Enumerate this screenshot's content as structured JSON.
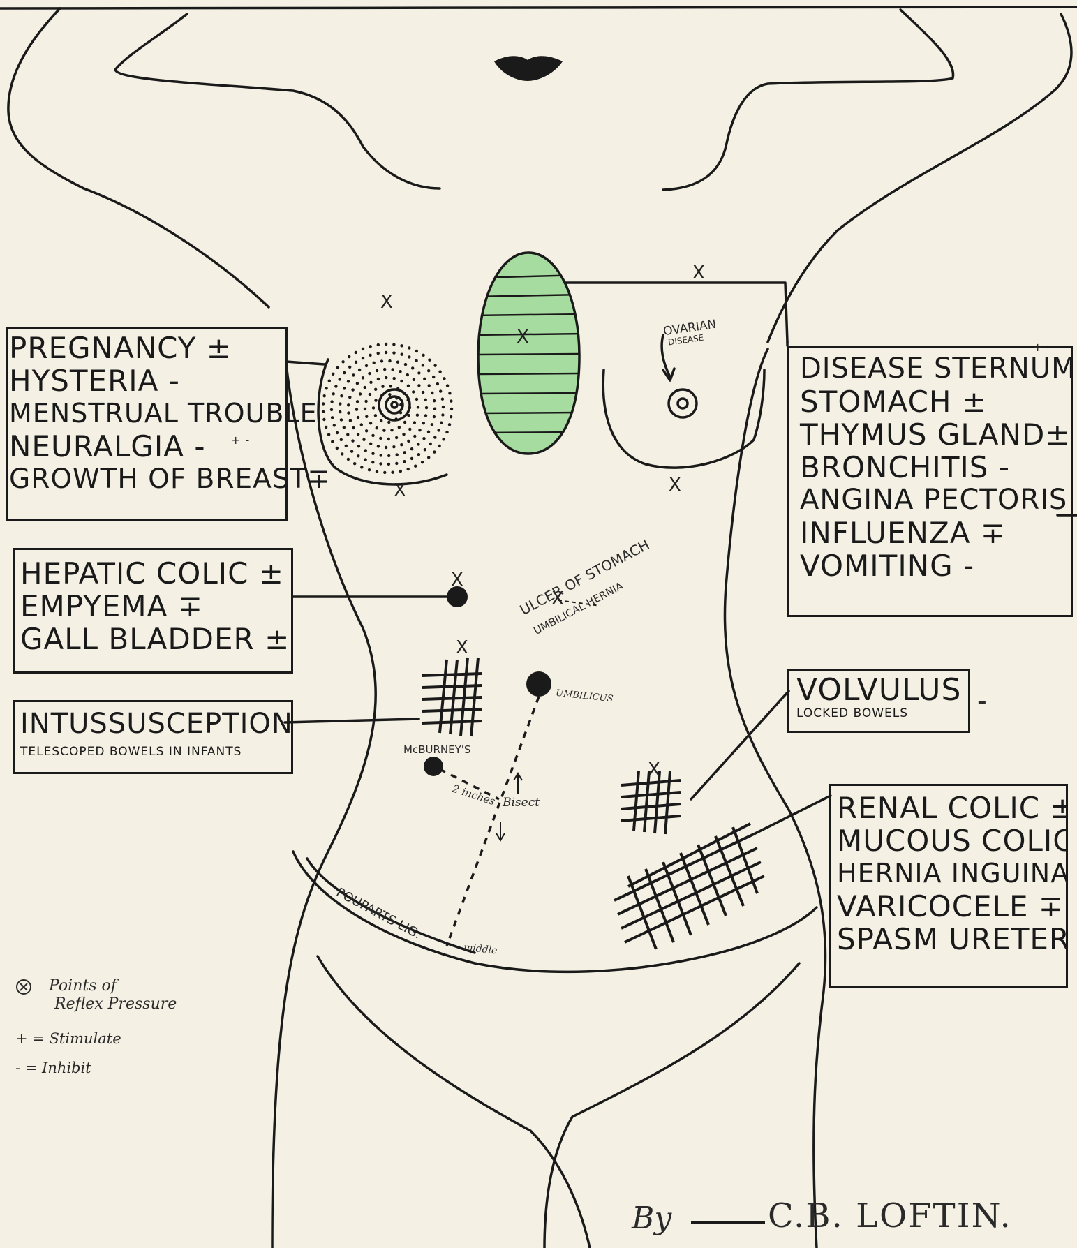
{
  "colors": {
    "paper": "#f4f0e4",
    "ink": "#1a1a1a",
    "green_fill": "#a6dca0"
  },
  "boxes": {
    "chest_left": [
      "PREGNANCY ±",
      "HYSTERIA -",
      "MENSTRUAL TROUBLE",
      "NEURALGIA -",
      "GROWTH OF BREAST∓"
    ],
    "chest_left_note": "+ -",
    "liver": [
      "HEPATIC COLIC ±",
      "EMPYEMA ∓",
      "GALL BLADDER ±"
    ],
    "intus_title": "INTUSSUSCEPTION",
    "intus_sub": "TELESCOPED BOWELS IN INFANTS",
    "sternum": [
      "DISEASE STERNUM",
      "STOMACH ±",
      "THYMUS GLAND±",
      "BRONCHITIS -",
      "ANGINA PECTORIS",
      "INFLUENZA ∓",
      "VOMITING -"
    ],
    "sternum_note": "+-",
    "volvulus_title": "VOLVULUS",
    "volvulus_sub": "LOCKED BOWELS",
    "volvulus_sign": "-",
    "renal": [
      "RENAL COLIC ±",
      "MUCOUS COLIC -",
      "HERNIA INGUINAL",
      "VARICOCELE ∓",
      "SPASM URETER"
    ]
  },
  "annotations": {
    "ovarian_1": "OVARIAN",
    "ovarian_2": "DISEASE",
    "ulcer": "ULCER OF STOMACH",
    "hernia": "UMBILICAL HERNIA",
    "umbilicus": "UMBILICUS",
    "mcburney": "McBURNEY'S",
    "two_inches": "2 inches",
    "bisect": "Bisect",
    "pouparts": "POUPARTS LIG.",
    "middle": "middle"
  },
  "legend": {
    "points_1": "Points of",
    "points_2": "Reflex Pressure",
    "stimulate": "+ = Stimulate",
    "inhibit": "- = Inhibit"
  },
  "signature": {
    "by": "By",
    "name": "C.B. LOFTIN."
  },
  "pressure_mark": "X"
}
